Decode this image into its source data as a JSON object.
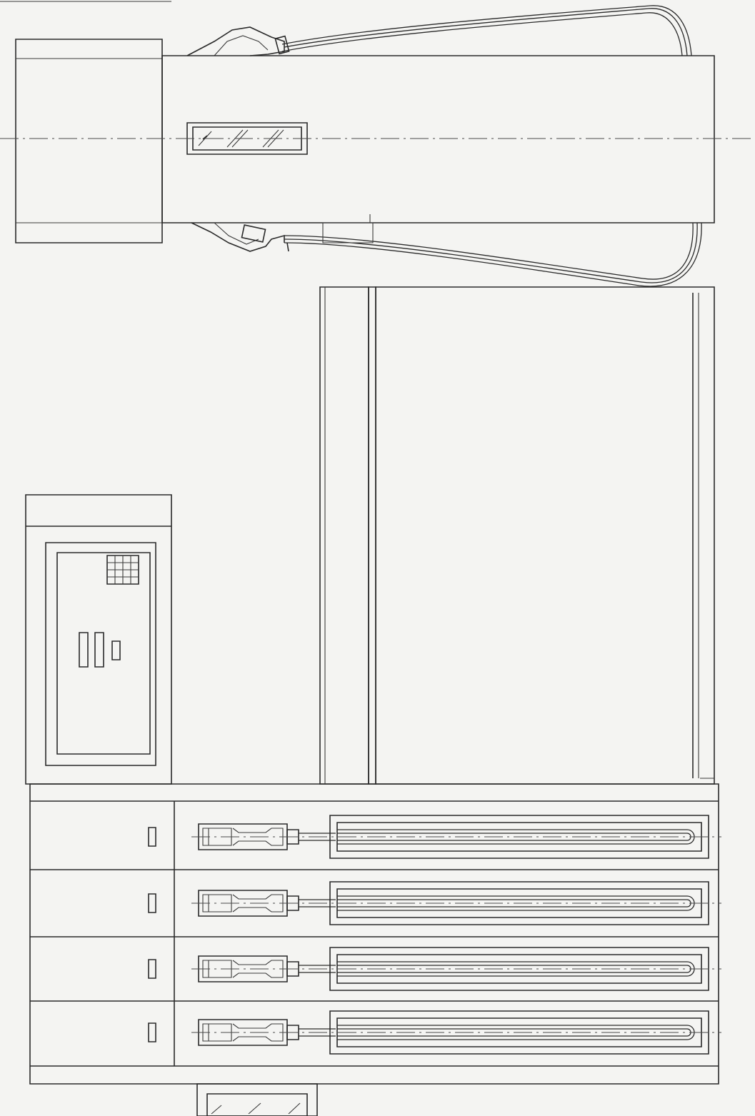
{
  "drawing": {
    "subject": "fuel-dispenser-technical-drawing",
    "views": [
      "top-view",
      "front-view"
    ],
    "nozzle_count_front": 4,
    "line_color": "#2a2a2a",
    "paper_color": "#f4f4f2"
  }
}
